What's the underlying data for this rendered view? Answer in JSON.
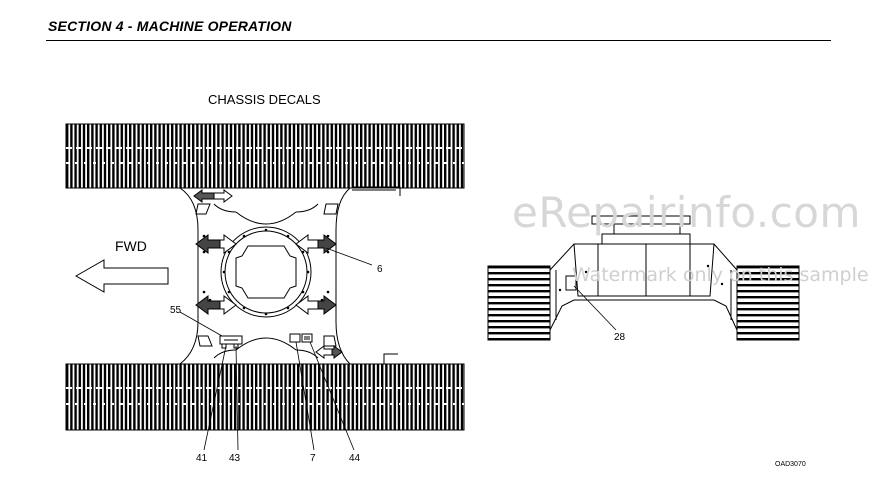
{
  "header": {
    "section_title": "SECTION 4 - MACHINE OPERATION"
  },
  "figure": {
    "title": "CHASSIS DECALS",
    "direction_label": "FWD",
    "figure_ref": "OAD3070",
    "callouts": {
      "c6": "6",
      "c55": "55",
      "c41": "41",
      "c43": "43",
      "c7": "7",
      "c44": "44",
      "c28": "28"
    }
  },
  "watermark": {
    "main": "eRepairinfo.com",
    "sub": "Watermark only on this sample"
  }
}
